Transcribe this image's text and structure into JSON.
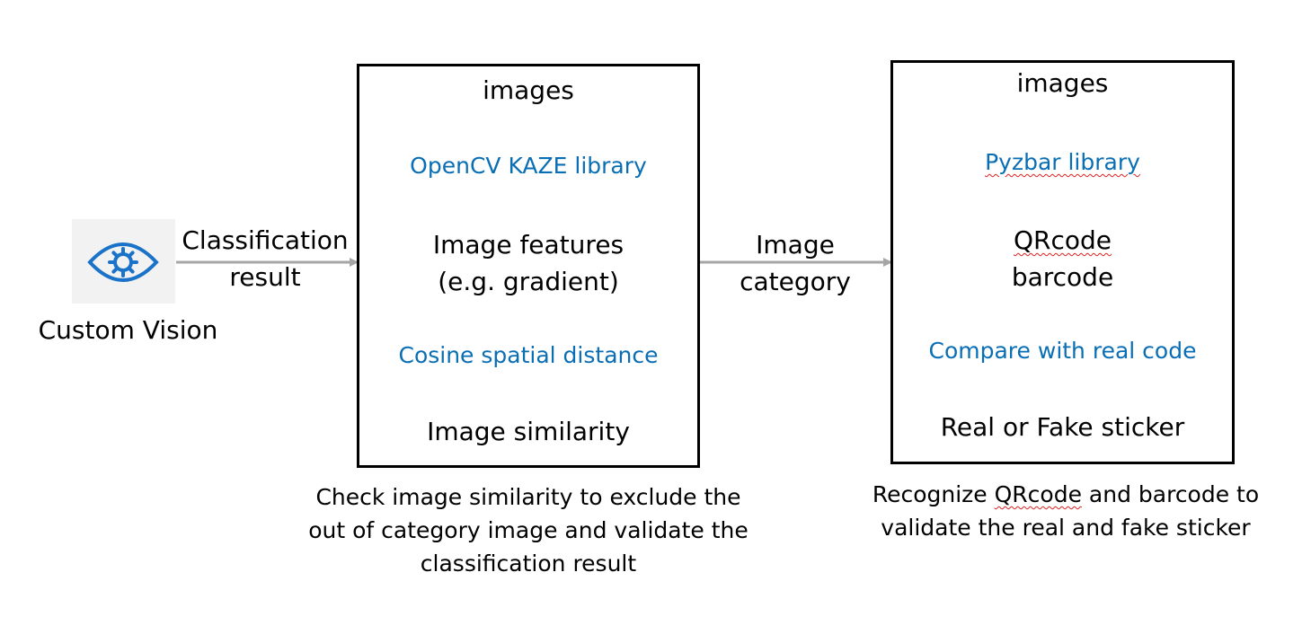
{
  "colors": {
    "library_text": "#0a6eb4",
    "arrow": "#a6a6a6",
    "box_border": "#000000",
    "icon_bg": "#f2f2f2",
    "icon_stroke": "#1a73c8"
  },
  "custom_vision": {
    "icon": "eye-gear-icon",
    "label": "Custom Vision"
  },
  "edges": {
    "classification": [
      "Classification",
      "result"
    ],
    "image_category": [
      "Image",
      "category"
    ]
  },
  "similarity_box": {
    "input": "images",
    "step1_library": "OpenCV KAZE library",
    "features": [
      "Image features",
      "(e.g. gradient)"
    ],
    "step2_library": "Cosine spatial distance",
    "output": "Image similarity",
    "caption": [
      "Check image similarity to exclude the",
      "out of category image and validate the",
      "classification result"
    ]
  },
  "sticker_box": {
    "input": "images",
    "step1_library": "Pyzbar library",
    "codes": [
      "QRcode",
      "barcode"
    ],
    "step2_library": "Compare with real code",
    "output": "Real or Fake sticker",
    "caption": {
      "line1_prefix": "Recognize ",
      "line1_word": "QRcode",
      "line1_suffix": " and barcode to",
      "line2": "validate the real and fake sticker"
    }
  }
}
